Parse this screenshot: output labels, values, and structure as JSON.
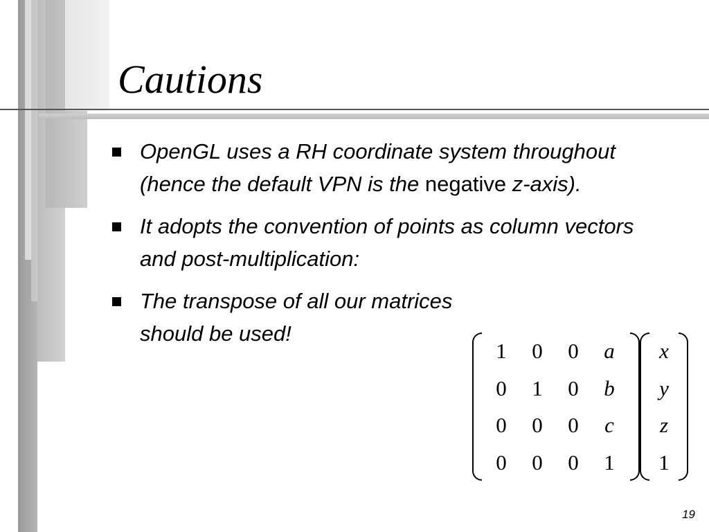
{
  "slide": {
    "title": "Cautions",
    "page_number": "19"
  },
  "bullets": [
    {
      "part1": "OpenGL uses a RH coordinate system throughout (hence the default VPN is the",
      "part2": "negative",
      "part3": "z-axis)."
    },
    {
      "text": "It adopts the convention of points as column vectors and post-multiplication:"
    },
    {
      "text": "The transpose of all our matrices should be used!"
    }
  ],
  "matrix": {
    "rows": [
      [
        "1",
        "0",
        "0",
        "a"
      ],
      [
        "0",
        "1",
        "0",
        "b"
      ],
      [
        "0",
        "0",
        "0",
        "c"
      ],
      [
        "0",
        "0",
        "0",
        "1"
      ]
    ],
    "vector": [
      "x",
      "y",
      "z",
      "1"
    ]
  }
}
